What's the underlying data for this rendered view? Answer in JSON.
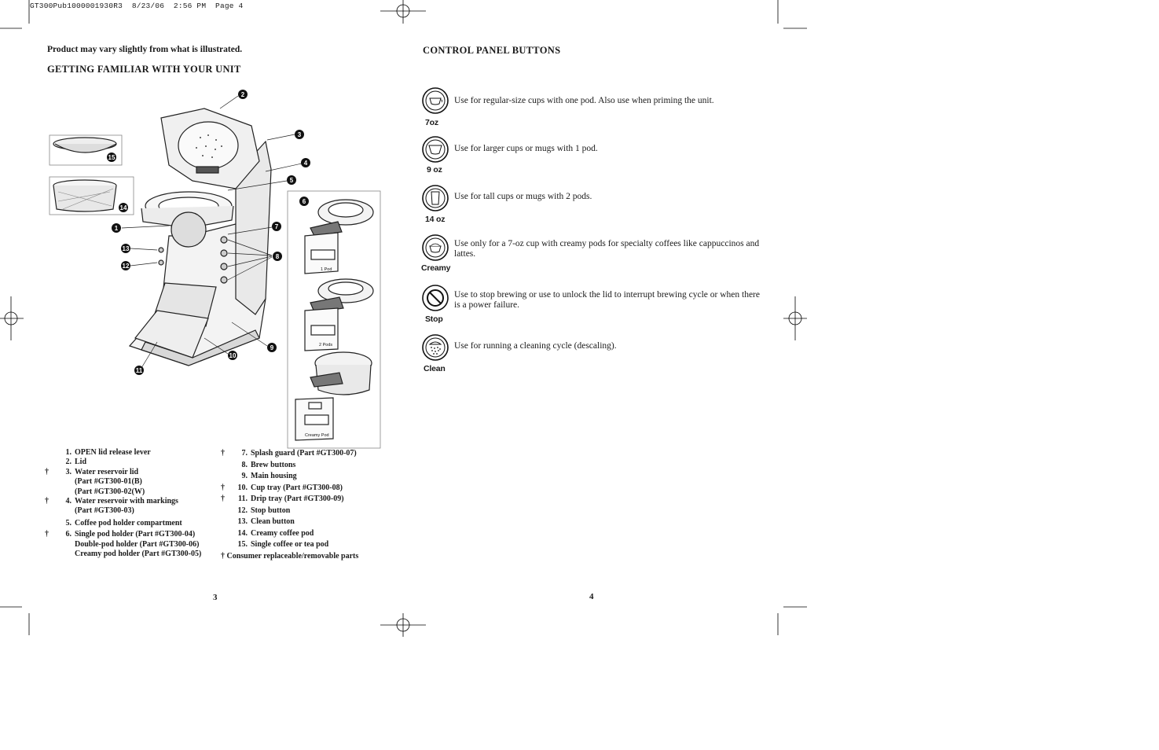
{
  "slug": "GT300Pub1000001930R3  8/23/06  2:56 PM  Page 4",
  "left_page": {
    "note": "Product may vary slightly from what is illustrated.",
    "heading": "GETTING FAMILIAR WITH YOUR UNIT",
    "callouts": [
      "1",
      "2",
      "3",
      "4",
      "5",
      "6",
      "7",
      "8",
      "9",
      "10",
      "11",
      "12",
      "13",
      "14",
      "15"
    ],
    "pod_labels": [
      "1 Pod",
      "2 Pods",
      "Creamy Pod"
    ],
    "parts_col1": [
      {
        "mark": "",
        "num": "1.",
        "text": "OPEN lid release lever"
      },
      {
        "mark": "",
        "num": "2.",
        "text": "Lid"
      },
      {
        "mark": "†",
        "num": "3.",
        "text": "Water reservoir lid",
        "extra": [
          "(Part #GT300-01(B)",
          "(Part #GT300-02(W)"
        ]
      },
      {
        "mark": "†",
        "num": "4.",
        "text": "Water reservoir with markings",
        "extra": [
          "(Part #GT300-03)"
        ]
      },
      {
        "mark": "",
        "num": "5.",
        "text": "Coffee pod holder compartment"
      },
      {
        "mark": "†",
        "num": "6.",
        "text": "Single pod holder (Part #GT300-04)",
        "extra": [
          "Double-pod holder (Part #GT300-06)",
          "Creamy pod holder (Part #GT300-05)"
        ]
      }
    ],
    "parts_col2": [
      {
        "mark": "†",
        "num": "7.",
        "text": "Splash guard (Part #GT300-07)"
      },
      {
        "mark": "",
        "num": "8.",
        "text": "Brew buttons"
      },
      {
        "mark": "",
        "num": "9.",
        "text": "Main housing"
      },
      {
        "mark": "†",
        "num": "10.",
        "text": "Cup tray (Part #GT300-08)"
      },
      {
        "mark": "†",
        "num": "11.",
        "text": "Drip tray (Part #GT300-09)"
      },
      {
        "mark": "",
        "num": "12.",
        "text": "Stop button"
      },
      {
        "mark": "",
        "num": "13.",
        "text": "Clean button"
      },
      {
        "mark": "",
        "num": "14.",
        "text": "Creamy coffee pod"
      },
      {
        "mark": "",
        "num": "15.",
        "text": "Single coffee or tea pod"
      }
    ],
    "footnote": "† Consumer replaceable/removable parts",
    "page_number": "3"
  },
  "right_page": {
    "heading": "CONTROL PANEL BUTTONS",
    "buttons": [
      {
        "label": "7oz",
        "icon": "cup-icon",
        "desc": "Use for regular-size cups with one pod. Also use when priming the unit."
      },
      {
        "label": "9 oz",
        "icon": "large-cup-icon",
        "desc": "Use for larger cups or mugs with 1 pod."
      },
      {
        "label": "14 oz",
        "icon": "tall-cup-icon",
        "desc": "Use for tall cups or mugs with 2 pods."
      },
      {
        "label": "Creamy",
        "icon": "creamy-cup-icon",
        "desc": "Use only for a 7-oz cup with creamy pods for specialty coffees like cappuccinos and lattes."
      },
      {
        "label": "Stop",
        "icon": "stop-icon",
        "desc": "Use to stop brewing or use to unlock the lid to interrupt brewing cycle or when there is a power failure."
      },
      {
        "label": "Clean",
        "icon": "clean-shower-icon",
        "desc": "Use for running a cleaning cycle (descaling)."
      }
    ],
    "page_number": "4"
  }
}
